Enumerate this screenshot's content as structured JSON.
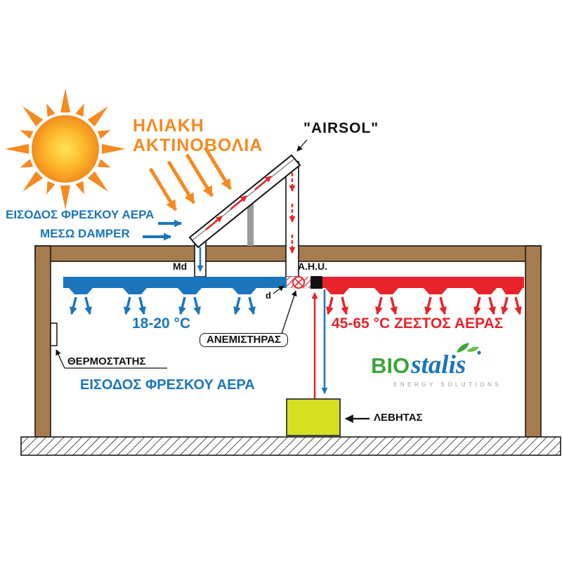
{
  "diagram": {
    "solar_radiation": {
      "line1": "ΗΛΙΑΚΗ",
      "line2": "ΑΚΤΙΝΟΒΟΛΙΑ"
    },
    "collector_name": "\"AIRSOL\"",
    "fresh_air_inlet_top": {
      "line1": "ΕΙΣΟΔΟΣ ΦΡΕΣΚΟΥ ΑΕΡΑ",
      "line2": "ΜΕΣΩ DAMPER"
    },
    "damper_label": "Md",
    "ahu_label": "A.H.U.",
    "duct_label": "d",
    "cold_air_temp": "18-20 °C",
    "hot_air_temp": "45-65 °C ΖΕΣΤΟΣ ΑΕΡΑΣ",
    "fan_label": "ΑΝΕΜΙΣΤΗΡΑΣ",
    "thermostat_label": "ΘΕΡΜΟΣΤΑΤΗΣ",
    "fresh_air_inlet_bottom": "ΕΙΣΟΔΟΣ ΦΡΕΣΚΟΥ ΑΕΡΑ",
    "boiler_label": "ΛΕΒΗΤΑΣ"
  },
  "logo": {
    "bio": "BIO",
    "stalis": "stalis",
    "tagline": "ENERGY SOLUTIONS"
  },
  "colors": {
    "accent_orange": "#F6891F",
    "accent_blue": "#1B75BC",
    "accent_red": "#E8232A",
    "wall_brown": "#A67C4F",
    "logo_green": "#3CA53A",
    "boiler_yellow": "#D7DF23"
  }
}
